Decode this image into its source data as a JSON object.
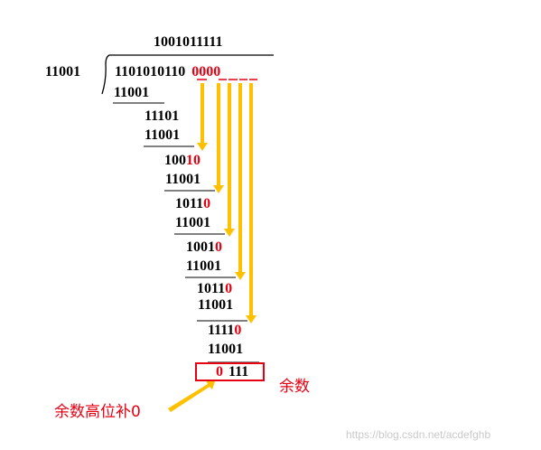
{
  "quotient": "1001011111",
  "divisor": "11001",
  "dividend": {
    "data_bits": "1101010110",
    "appended_zeros": "0000"
  },
  "steps": [
    {
      "upper": "11101",
      "upper_prefix": "",
      "upper_red": "",
      "lower": "11001"
    },
    {
      "upper": "",
      "upper_prefix": "100",
      "upper_red": "10",
      "lower": "11001"
    },
    {
      "upper": "",
      "upper_prefix": "1011",
      "upper_red": "0",
      "lower": "11001"
    },
    {
      "upper": "",
      "upper_prefix": "1001",
      "upper_red": "0",
      "lower": "11001"
    },
    {
      "upper": "",
      "upper_prefix": "1011",
      "upper_red": "0",
      "lower": "11001"
    },
    {
      "upper": "",
      "upper_prefix": "1111",
      "upper_red": "0",
      "lower": "11001"
    }
  ],
  "remainder": {
    "padded_zero": "0",
    "bits": "111"
  },
  "labels": {
    "remainder": "余数",
    "pad_note": "余数高位补0"
  },
  "watermark": "https://blog.csdn.net/acdefghb",
  "colors": {
    "accent_red": "#e60012",
    "arrow_gold": "#ffc000"
  }
}
